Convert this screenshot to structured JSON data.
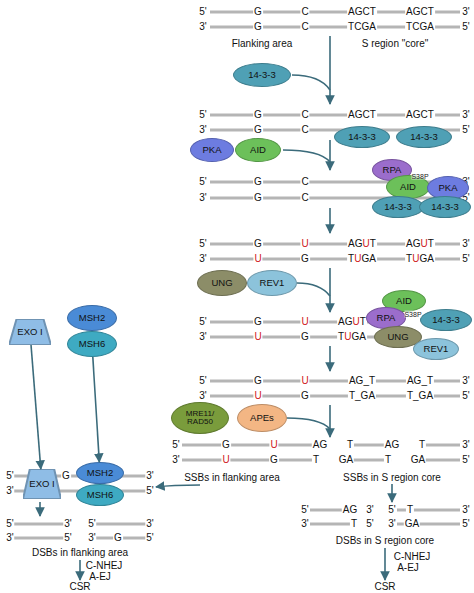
{
  "diagram": {
    "nodes": [
      {
        "text": [
          "14-3-3"
        ]
      },
      {
        "text": [
          "14-3-3"
        ]
      },
      {
        "text": [
          "14-3-3"
        ]
      },
      {
        "text": [
          "PKA"
        ]
      },
      {
        "text": [
          "AID"
        ]
      },
      {
        "text": [
          "RPA"
        ]
      },
      {
        "text": [
          "AID"
        ]
      },
      {
        "text": [
          "PKA"
        ]
      },
      {
        "text": [
          "14-3-3"
        ]
      },
      {
        "text": [
          "14-3-3"
        ]
      },
      {
        "text": [
          "UNG"
        ]
      },
      {
        "text": [
          "REV1"
        ]
      },
      {
        "text": [
          "AID"
        ]
      },
      {
        "text": [
          "RPA"
        ]
      },
      {
        "text": [
          "14-3-3"
        ]
      },
      {
        "text": [
          "UNG"
        ]
      },
      {
        "text": [
          "REV1"
        ]
      },
      {
        "text": [
          "MSH2"
        ]
      },
      {
        "text": [
          "MSH6"
        ]
      },
      {
        "text": [
          "EXO I"
        ]
      },
      {
        "text": [
          "EXO I"
        ]
      },
      {
        "text": [
          "MSH2"
        ]
      },
      {
        "text": [
          "MSH6"
        ]
      },
      {
        "text": [
          "MRE11/ RAD50"
        ]
      },
      {
        "text": [
          "APEs"
        ]
      }
    ],
    "edges": [
      {
        "from": 19,
        "to": 20,
        "arrow": "to"
      },
      {
        "from": 18,
        "to": 21,
        "arrow": "to"
      }
    ],
    "labels": [
      "5'",
      "G",
      "C",
      "AGCT",
      "AGCT",
      "3'",
      "3'",
      "G",
      "C",
      "TCGA",
      "TCGA",
      "5'",
      "Flanking area",
      "S region \"core\"",
      "5'",
      "G",
      "C",
      "AGCT",
      "AGCT",
      "3'",
      "3'",
      "G",
      "C",
      "5'",
      "5'",
      "G",
      "C",
      "3'",
      "S38P",
      "3'",
      "G",
      "C",
      "5'",
      "5'",
      "G",
      "U",
      "AGUT",
      "AGUT",
      "3'",
      "3'",
      "U",
      "G",
      "TUGA",
      "TUGA",
      "5'",
      "5'",
      "G",
      "U",
      "AGUT",
      "S38P",
      "3'",
      "U",
      "G",
      "TUGA",
      "5'",
      "G",
      "U",
      "AG_T",
      "AG_T",
      "3'",
      "3'",
      "U",
      "G",
      "T_GA",
      "T_GA",
      "5'",
      "5'",
      "G",
      "U",
      "AG",
      "T",
      "AG",
      "T",
      "3'",
      "3'",
      "U",
      "G",
      "T",
      "GA",
      "T",
      "GA",
      "5'",
      "SSBs in flanking area",
      "SSBs in S region core",
      "5'",
      "G",
      "3'",
      "3'",
      "5'",
      "5'",
      "AG",
      "3'",
      "5'",
      "T",
      "3'",
      "3'",
      "T",
      "5'",
      "3'",
      "GA",
      "5'",
      "5'",
      "3'",
      "5'",
      "3'",
      "3'",
      "5'",
      "3'",
      "G",
      "5'",
      "DSBs in S region core",
      "DSBs in flanking area",
      "C-NHEJ",
      "A-EJ",
      "CSR",
      "C-NHEJ",
      "A-EJ",
      "CSR"
    ]
  }
}
